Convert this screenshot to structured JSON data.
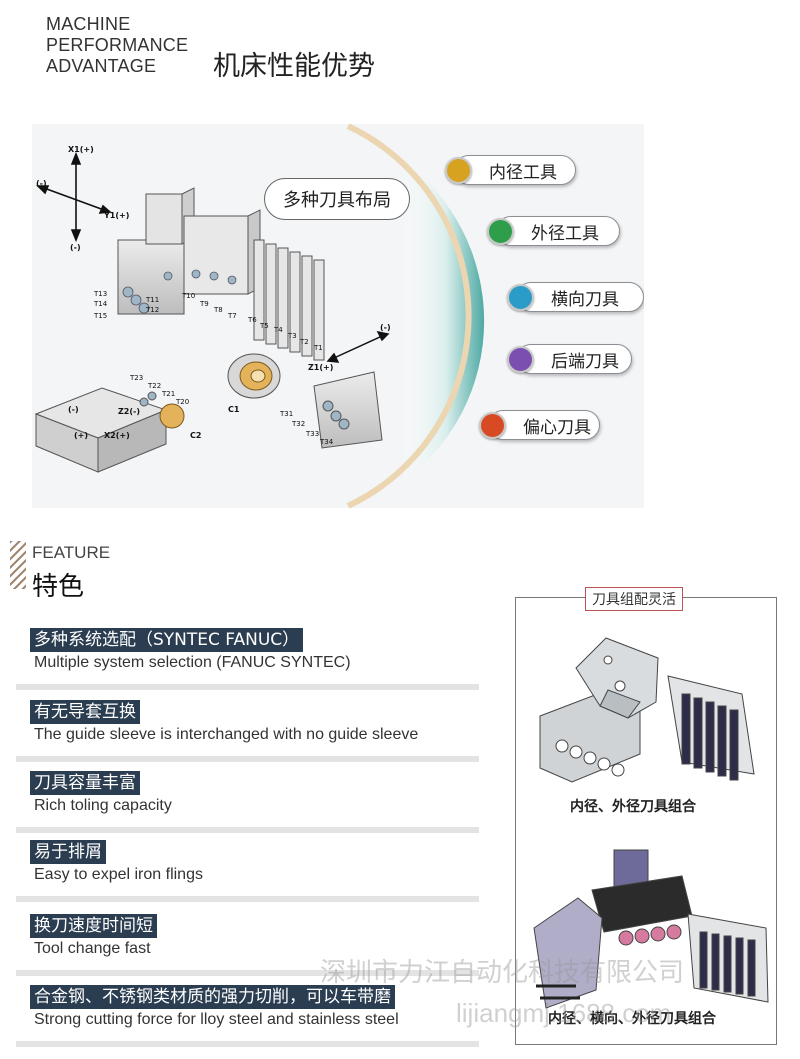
{
  "header": {
    "en_lines": [
      "MACHINE",
      "PERFORMANCE",
      "ADVANTAGE"
    ],
    "cn_title": "机床性能优势"
  },
  "diagram": {
    "multi_tool_label": "多种刀具布局",
    "tools": [
      {
        "label": "内径工具",
        "color": "#d6a21f"
      },
      {
        "label": "外径工具",
        "color": "#2e9e4a"
      },
      {
        "label": "横向刀具",
        "color": "#2b9cc8"
      },
      {
        "label": "后端刀具",
        "color": "#7a4fb0"
      },
      {
        "label": "偏心刀具",
        "color": "#d84a24"
      }
    ],
    "axis_labels": {
      "x1": "X1(+)",
      "y1": "Y1(+)",
      "neg": "(-)",
      "z1": "Z1(+)",
      "z2": "Z2(-)",
      "x2": "X2(+)",
      "pos": "(+)",
      "c1": "C1",
      "c2": "C2"
    },
    "tool_numbers": [
      "T1",
      "T2",
      "T3",
      "T4",
      "T5",
      "T6",
      "T7",
      "T8",
      "T9",
      "T10",
      "T11",
      "T12",
      "T13",
      "T14",
      "T15",
      "T20",
      "T21",
      "T22",
      "T23",
      "T31",
      "T32",
      "T33",
      "T34"
    ]
  },
  "feature_section": {
    "en": "FEATURE",
    "cn": "特色",
    "items": [
      {
        "cn": "多种系统选配（SYNTEC FANUC）",
        "en": "Multiple system selection (FANUC SYNTEC)"
      },
      {
        "cn": "有无导套互换",
        "en": "The guide sleeve is interchanged with no guide sleeve"
      },
      {
        "cn": "刀具容量丰富",
        "en": "Rich toling capacity"
      },
      {
        "cn": "易于排屑",
        "en": "Easy to expel iron flings"
      },
      {
        "cn": "换刀速度时间短",
        "en": "Tool change fast"
      },
      {
        "cn": "合金钢、不锈钢类材质的强力切削，可以车带磨",
        "en": "Strong cutting force for lloy steel and stainless steel"
      }
    ]
  },
  "tool_combo": {
    "title": "刀具组配灵活",
    "caption1": "内径、外径刀具组合",
    "caption2": "内径、横向、外径刀具组合"
  },
  "watermark": {
    "line1": "深圳市力江自动化科技有限公司",
    "line2": "lijiangmj.1688.com"
  }
}
